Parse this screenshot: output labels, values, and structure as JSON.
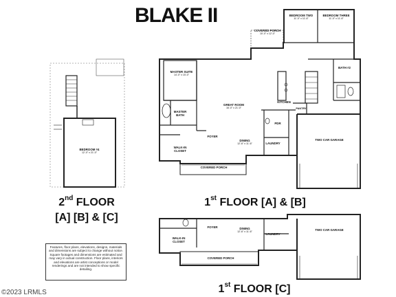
{
  "title": "BLAKE II",
  "labels": {
    "second_floor_line1_num": "2",
    "second_floor_line1_sup": "nd",
    "second_floor_line1_word": "FLOOR",
    "second_floor_line2": "[A] [B] & [C]",
    "first_floor_ab_num": "1",
    "first_floor_ab_sup": "st",
    "first_floor_ab_word": "FLOOR [A] & [B]",
    "first_floor_c_num": "1",
    "first_floor_c_sup": "st",
    "first_floor_c_word": "FLOOR [C]"
  },
  "disclaimer": "Features, floor plans, elevations, designs, materials and dimensions are subject to change without notice. Square footages and dimensions are estimated and may vary in actual construction. Floor plans, interiors and elevations are artist conceptions or model renderings and are not intended to show specific detailing.",
  "watermark": "©2023 LRMLS",
  "rooms": {
    "bedroom4": {
      "name": "BEDROOM #4",
      "dim": "12'-0\" x 21'-0\""
    },
    "bedroom_two": {
      "name": "BEDROOM TWO",
      "dim": "11'-0\" x 11'-6\""
    },
    "bedroom_three": {
      "name": "BEDROOM THREE",
      "dim": "11'-0\" x 11'-6\""
    },
    "covered_porch_rear": {
      "name": "COVERED PORCH",
      "dim": "10'-0\" x 12'-0\""
    },
    "master_suite": {
      "name": "MASTER SUITE",
      "dim": "14'-0\" x 15'-0\""
    },
    "great_room": {
      "name": "GREAT ROOM",
      "dim": "16'-0\" x 21'-0\""
    },
    "kitchen": {
      "name": "KITCHEN"
    },
    "pantry": {
      "name": "PANTRY"
    },
    "bath2": {
      "name": "BATH #2"
    },
    "master_bath": {
      "name": "MASTER BATH"
    },
    "pdr": {
      "name": "PDR"
    },
    "foyer": {
      "name": "FOYER"
    },
    "dining": {
      "name": "DINING",
      "dim": "12'-6\" x 11'-6\""
    },
    "laundry": {
      "name": "LAUNDRY"
    },
    "walkin_closet": {
      "name": "WALK-IN CLOSET"
    },
    "covered_porch_front": {
      "name": "COVERED PORCH"
    },
    "garage": {
      "name": "TWO CAR GARAGE"
    },
    "foyer_c": {
      "name": "FOYER"
    },
    "dining_c": {
      "name": "DINING",
      "dim": "12'-6\" x 11'-6\""
    },
    "laundry_c": {
      "name": "LAUNDRY"
    },
    "walkin_closet_c": {
      "name": "WALK-IN CLOSET"
    },
    "covered_porch_c": {
      "name": "COVERED PORCH"
    },
    "garage_c": {
      "name": "TWO CAR GARAGE"
    }
  }
}
